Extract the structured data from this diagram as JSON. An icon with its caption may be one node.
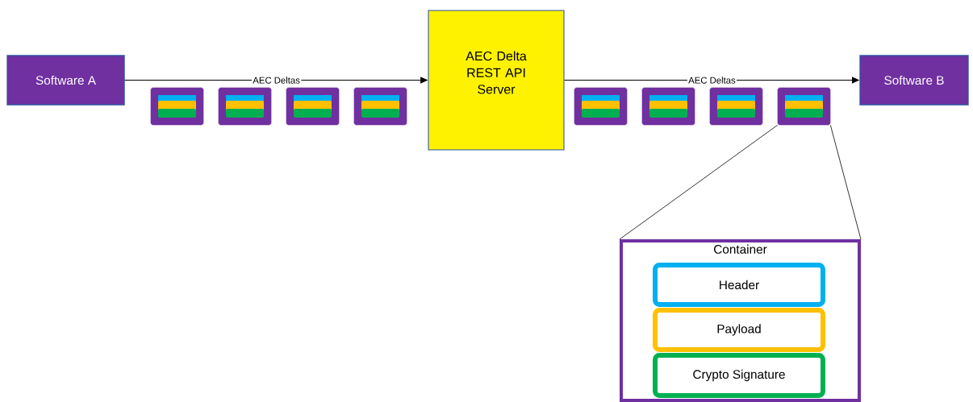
{
  "diagram": {
    "nodes": [
      {
        "text": [
          "Software A"
        ]
      },
      {
        "text": [
          "AEC Delta REST API Server"
        ]
      },
      {
        "text": [
          "Software B"
        ]
      },
      {
        "text": [],
        "shape": "box"
      },
      {
        "text": [],
        "shape": "box"
      },
      {
        "text": [],
        "shape": "box"
      },
      {
        "text": [],
        "shape": "box"
      },
      {
        "text": [],
        "shape": "box"
      },
      {
        "text": [],
        "shape": "box"
      },
      {
        "text": [],
        "shape": "box"
      },
      {
        "text": [],
        "shape": "box"
      },
      {
        "text": [
          "Container"
        ]
      },
      {
        "text": [
          "Header"
        ],
        "in": 11
      },
      {
        "text": [
          "Payload"
        ],
        "in": 11
      },
      {
        "text": [
          "Crypto Signature"
        ],
        "in": 11
      }
    ],
    "edges": [
      {
        "from": 0,
        "to": 1,
        "arrow": "to",
        "label": "AEC Deltas"
      },
      {
        "from": 1,
        "to": 2,
        "arrow": "to",
        "label": "AEC Deltas"
      },
      {
        "from": 10,
        "to": 11,
        "arrow": "none"
      },
      {
        "from": 10,
        "to": 11,
        "arrow": "none"
      }
    ]
  }
}
